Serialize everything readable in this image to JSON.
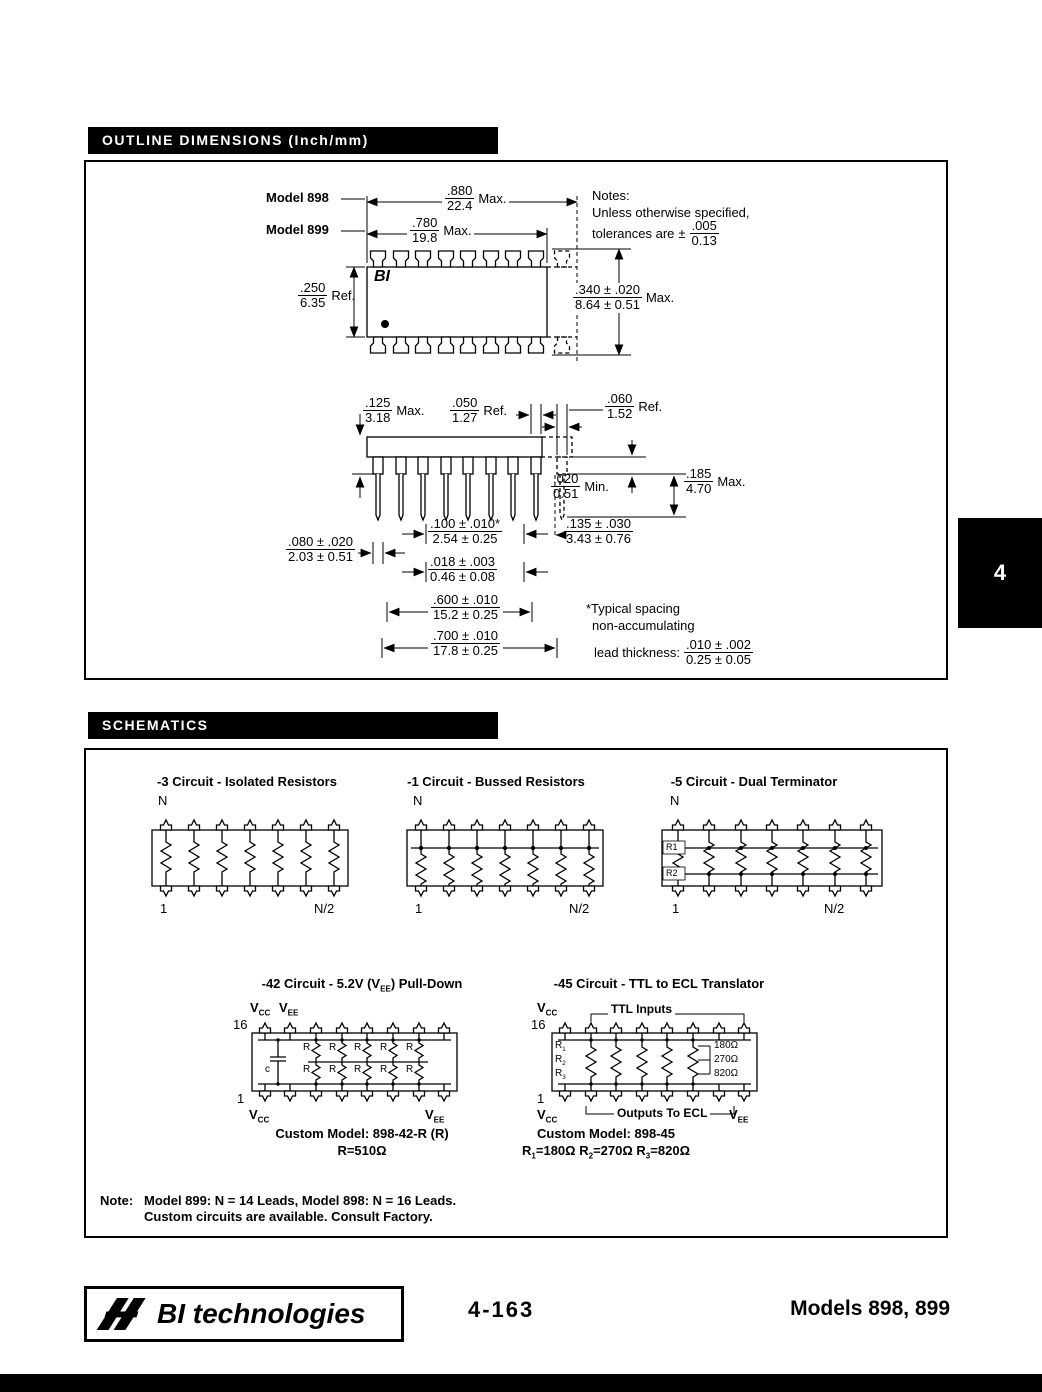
{
  "sections": {
    "outline_title": "OUTLINE DIMENSIONS (Inch/mm)",
    "schematics_title": "SCHEMATICS",
    "side_tab": "4"
  },
  "outline": {
    "model898": "Model 898",
    "model899": "Model 899",
    "chip_logo": "BI",
    "notes": {
      "l1": "Notes:",
      "l2": "Unless otherwise specified,",
      "l3": "tolerances are",
      "pm": "±"
    },
    "tol": {
      "t": ".005",
      "b": "0.13"
    },
    "d880": {
      "t": ".880",
      "b": "22.4",
      "s": "Max."
    },
    "d780": {
      "t": ".780",
      "b": "19.8",
      "s": "Max."
    },
    "d250": {
      "t": ".250",
      "b": "6.35",
      "s": "Ref."
    },
    "d340": {
      "t": ".340 ± .020",
      "b": "8.64 ± 0.51",
      "s": "Max."
    },
    "d125": {
      "t": ".125",
      "b": "3.18",
      "s": "Max."
    },
    "d050": {
      "t": ".050",
      "b": "1.27",
      "s": "Ref."
    },
    "d060": {
      "t": ".060",
      "b": "1.52",
      "s": "Ref."
    },
    "d020": {
      "t": ".020",
      "b": "0.51",
      "s": "Min."
    },
    "d185": {
      "t": ".185",
      "b": "4.70",
      "s": "Max."
    },
    "d100": {
      "t": ".100 ± .010*",
      "b": "2.54 ± 0.25"
    },
    "d018": {
      "t": ".018 ± .003",
      "b": "0.46 ± 0.08"
    },
    "d600": {
      "t": ".600 ± .010",
      "b": "15.2 ± 0.25"
    },
    "d700": {
      "t": ".700 ± .010",
      "b": "17.8 ± 0.25"
    },
    "d080": {
      "t": ".080 ± .020",
      "b": "2.03 ± 0.51"
    },
    "d135": {
      "t": ".135 ± .030",
      "b": "3.43 ± 0.76"
    },
    "typical": {
      "l1": "*Typical spacing",
      "l2": "non-accumulating"
    },
    "lead_thickness": {
      "label": "lead thickness:",
      "t": ".010 ± .002",
      "b": "0.25 ± 0.05"
    }
  },
  "schematics": {
    "s3": {
      "title": "-3 Circuit - Isolated Resistors",
      "n": "N",
      "p1": "1",
      "pn2": "N/2"
    },
    "s1": {
      "title": "-1 Circuit - Bussed Resistors",
      "n": "N",
      "p1": "1",
      "pn2": "N/2"
    },
    "s5": {
      "title": "-5 Circuit - Dual Terminator",
      "n": "N",
      "r1": "R1",
      "r2": "R2",
      "p1": "1",
      "pn2": "N/2"
    },
    "s42": {
      "title": [
        "-42 Circuit - 5.2V (V",
        "EE",
        ") Pull-Down"
      ],
      "vcc": [
        "V",
        "CC"
      ],
      "vee": [
        "V",
        "EE"
      ],
      "pin16": "16",
      "pin1": "1",
      "r": "R",
      "c": "c",
      "custom": "Custom Model: 898-42-R (R)",
      "value": "R=510Ω"
    },
    "s45": {
      "title": "-45 Circuit - TTL to ECL Translator",
      "vcc": [
        "V",
        "CC"
      ],
      "vee": [
        "V",
        "EE"
      ],
      "ttl": "TTL Inputs",
      "outputs": "Outputs To ECL",
      "pin16": "16",
      "pin1": "1",
      "r1": [
        "R",
        "1"
      ],
      "r2": [
        "R",
        "2"
      ],
      "r3": [
        "R",
        "3"
      ],
      "o1": "180Ω",
      "o2": "270Ω",
      "o3": "820Ω",
      "custom": "Custom Model: 898-45",
      "values": [
        "R",
        "1",
        "=180Ω  R",
        "2",
        "=270Ω  R",
        "3",
        "=820Ω"
      ]
    },
    "note": {
      "label": "Note:",
      "l1": "Model 899: N = 14 Leads, Model 898: N = 16 Leads.",
      "l2": "Custom circuits are available.  Consult Factory."
    }
  },
  "footer": {
    "brand": "BI technologies",
    "page": "4-163",
    "models": "Models 898, 899"
  }
}
